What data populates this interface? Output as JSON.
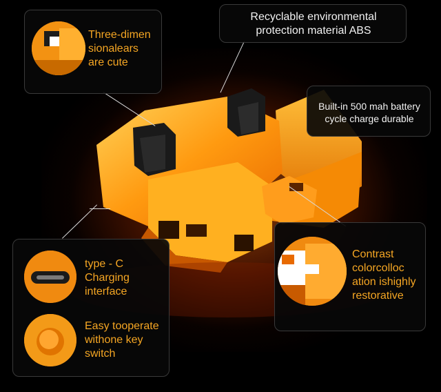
{
  "callouts": {
    "ears": {
      "text_lines": [
        "Three-dimen",
        "sionalears",
        "are cute"
      ]
    },
    "material": {
      "text_lines": [
        "Recyclable environmental",
        "protection material ABS"
      ]
    },
    "battery": {
      "text_lines": [
        "Built-in 500 mah battery",
        "cycle charge durable"
      ]
    },
    "charging": {
      "text_lines": [
        "type - C",
        "Charging",
        "interface"
      ]
    },
    "switch": {
      "text_lines": [
        "Easy tooperate",
        "withone key",
        "switch"
      ]
    },
    "contrast": {
      "text_lines": [
        "Contrast",
        "colorcolloc",
        "ation ishighly",
        "restorative"
      ]
    }
  },
  "colors": {
    "accent_orange": "#f5a623",
    "lamp_orange": "#ff8c00",
    "callout_bg": "#0a0a0a",
    "white_text": "#f2f2f2"
  }
}
